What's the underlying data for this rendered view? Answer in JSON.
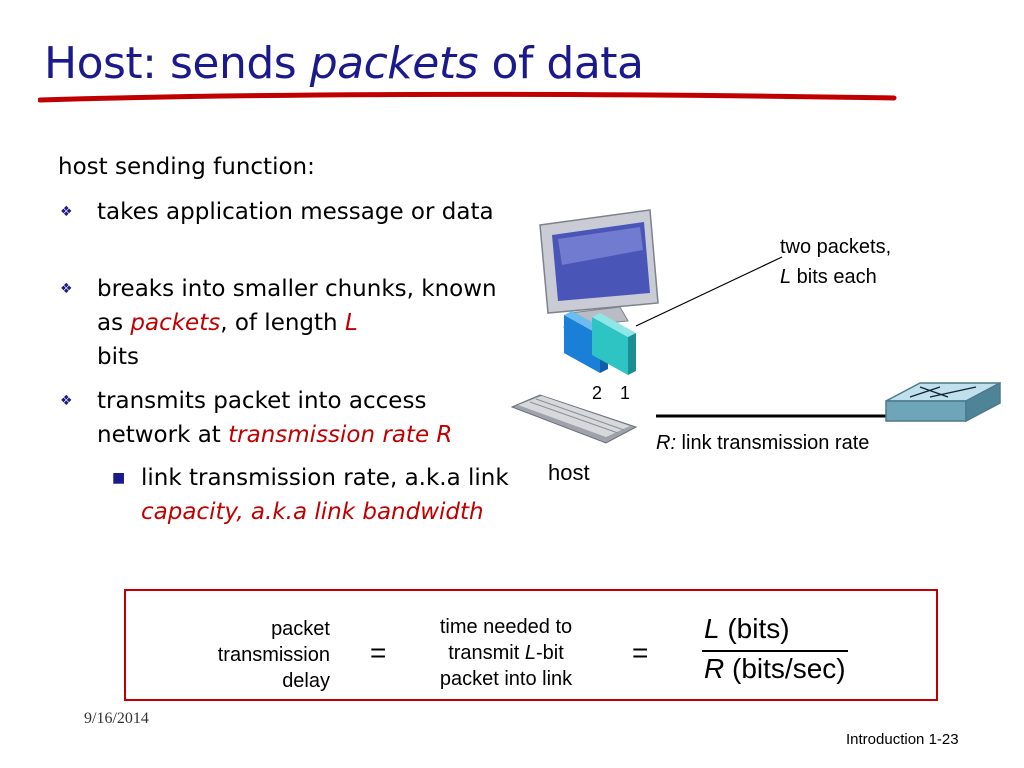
{
  "slide": {
    "title_part1": "Host: sends ",
    "title_emph": "packets",
    "title_part2": " of data",
    "intro": "host sending function:",
    "bullets": [
      {
        "text": "takes application message or data"
      },
      {
        "text_before": "breaks into smaller chunks, known as ",
        "emph": "packets",
        "text_mid": ", of length ",
        "emph2": "L",
        "text_after": " bits"
      },
      {
        "text_before": "transmits packet into access network at ",
        "emph": "transmission rate R"
      }
    ],
    "sub_bullet": {
      "text_before": "link transmission rate, a.k.a link ",
      "emph": "capacity, a.k.a link bandwidth"
    }
  },
  "figure": {
    "packets_label_line1": "two packets,",
    "packets_label_var": "L",
    "packets_label_line2": " bits each",
    "packet_num_2": "2",
    "packet_num_1": "1",
    "link_label_var": "R:",
    "link_label": " link transmission rate",
    "host_label": "host"
  },
  "formula": {
    "left_line1": "packet",
    "left_line2": "transmission",
    "left_line3": "delay",
    "eq1": "=",
    "mid_line1": "time needed to",
    "mid_line2_before": "transmit ",
    "mid_line2_var": "L",
    "mid_line2_after": "-bit",
    "mid_line3": "packet into link",
    "eq2": "=",
    "num_var": "L",
    "num_unit": " (bits)",
    "den_var": "R",
    "den_unit": " (bits/sec)"
  },
  "footer": {
    "date": "9/16/2014",
    "label": "Introduction",
    "page": "1-23"
  },
  "colors": {
    "title": "#1a1a8c",
    "accent_red": "#c00000",
    "packet_blue": "#1a7fd6",
    "packet_cyan": "#2ec4c4"
  },
  "icons": {
    "bullet": "diamond-four-icon",
    "sub_bullet": "square-icon"
  }
}
